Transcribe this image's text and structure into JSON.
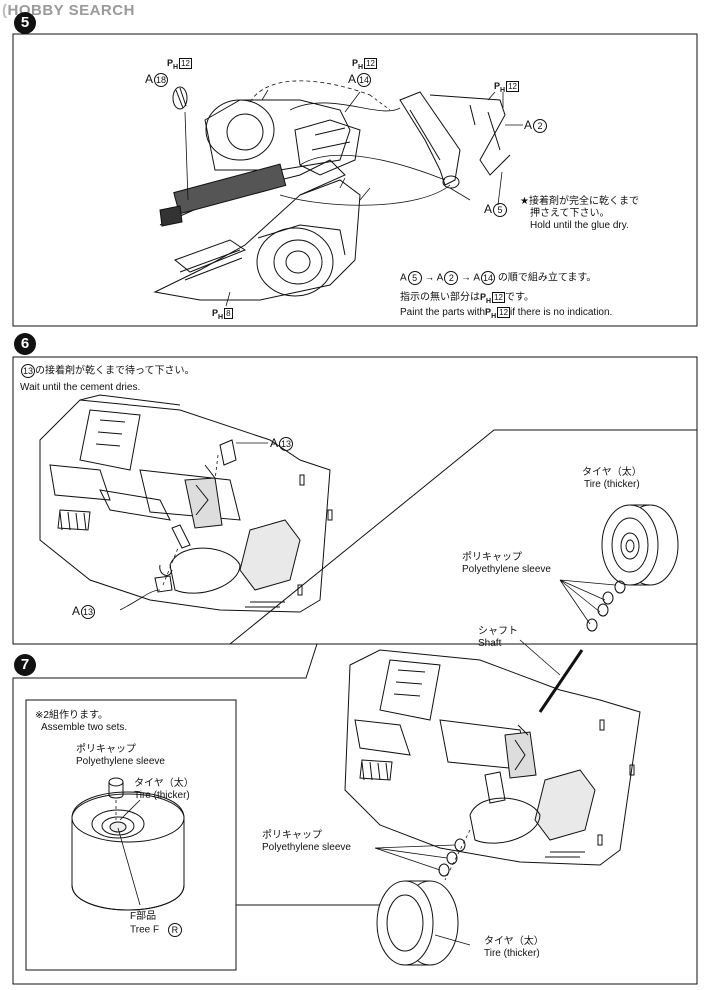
{
  "watermark": {
    "brand_o": "(",
    "brand": "HOBBY SEARCH"
  },
  "steps": [
    {
      "number": "5"
    },
    {
      "number": "6"
    },
    {
      "number": "7"
    }
  ],
  "step5": {
    "parts": {
      "a18": {
        "prefix": "A",
        "num": "18",
        "ph": "P",
        "ph_sub": "H",
        "ph_num": "12"
      },
      "a14": {
        "prefix": "A",
        "num": "14",
        "ph": "P",
        "ph_sub": "H",
        "ph_num": "12"
      },
      "a2": {
        "prefix": "A",
        "num": "2",
        "ph": "P",
        "ph_sub": "H",
        "ph_num": "12"
      },
      "a5": {
        "prefix": "A",
        "num": "5"
      },
      "ph8": {
        "ph": "P",
        "ph_sub": "H",
        "ph_num": "8"
      }
    },
    "glue_note_jp": "★接着剤が完全に乾くまで",
    "glue_note_jp2": "押さえて下さい。",
    "glue_note_en": "Hold until the glue dry.",
    "order_a": "A",
    "order_n1": "5",
    "order_arrow1": "→ A",
    "order_n2": "2",
    "order_arrow2": "→ A",
    "order_n3": "14",
    "order_suffix": "の順で組み立てます。",
    "indication_jp_pre": "指示の無い部分は",
    "indication_jp_num": "12",
    "indication_jp_post": "です。",
    "indication_en_pre": "Paint the parts with",
    "indication_en_num": "12",
    "indication_en_post": "if there is no indication."
  },
  "step6": {
    "note_num": "13",
    "note_jp": "の接着剤が乾くまで待って下さい。",
    "note_en": "Wait until the cement dries.",
    "part_top": {
      "prefix": "A",
      "num": "13"
    },
    "part_bottom": {
      "prefix": "A",
      "num": "13"
    }
  },
  "step6_side": {
    "tire_jp": "タイヤ（太）",
    "tire_en": "Tire (thicker)",
    "sleeve_jp": "ポリキャップ",
    "sleeve_en": "Polyethylene sleeve",
    "shaft_jp": "シャフト",
    "shaft_en": "Shaft"
  },
  "step7": {
    "sets_jp": "※2組作ります。",
    "sets_en": "Assemble two sets.",
    "inset_sleeve_jp": "ポリキャップ",
    "inset_sleeve_en": "Polyethylene sleeve",
    "inset_tire_jp": "タイヤ（太）",
    "inset_tire_en": "Tire (thicker)",
    "tree_jp": "F部品",
    "tree_en": "Tree F",
    "tree_letter": "R",
    "sleeve_jp": "ポリキャップ",
    "sleeve_en": "Polyethylene sleeve",
    "tire_jp": "タイヤ（太）",
    "tire_en": "Tire (thicker)"
  }
}
